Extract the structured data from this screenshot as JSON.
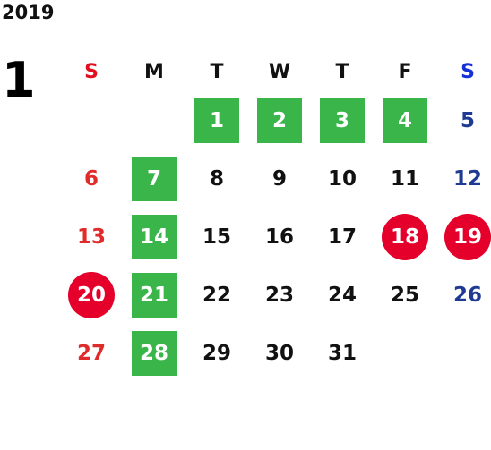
{
  "year": "2019",
  "month": "1",
  "weekdays": [
    "S",
    "M",
    "T",
    "W",
    "T",
    "F",
    "S"
  ],
  "weeks": [
    [
      "",
      "",
      "1",
      "2",
      "3",
      "4",
      "5"
    ],
    [
      "6",
      "7",
      "8",
      "9",
      "10",
      "11",
      "12"
    ],
    [
      "13",
      "14",
      "15",
      "16",
      "17",
      "18",
      "19"
    ],
    [
      "20",
      "21",
      "22",
      "23",
      "24",
      "25",
      "26"
    ],
    [
      "27",
      "28",
      "29",
      "30",
      "31",
      "",
      ""
    ]
  ],
  "highlights": {
    "green_days": [
      "1",
      "2",
      "3",
      "4",
      "7",
      "14",
      "21",
      "28"
    ],
    "red_circle_days": [
      "18",
      "19",
      "20"
    ]
  },
  "colors": {
    "green": "#3ab54a",
    "red": "#e5002b",
    "sunday": "#e02b2b",
    "saturday": "#1f3a93",
    "sunday_header": "#e10f1f",
    "saturday_header": "#1631d6"
  }
}
